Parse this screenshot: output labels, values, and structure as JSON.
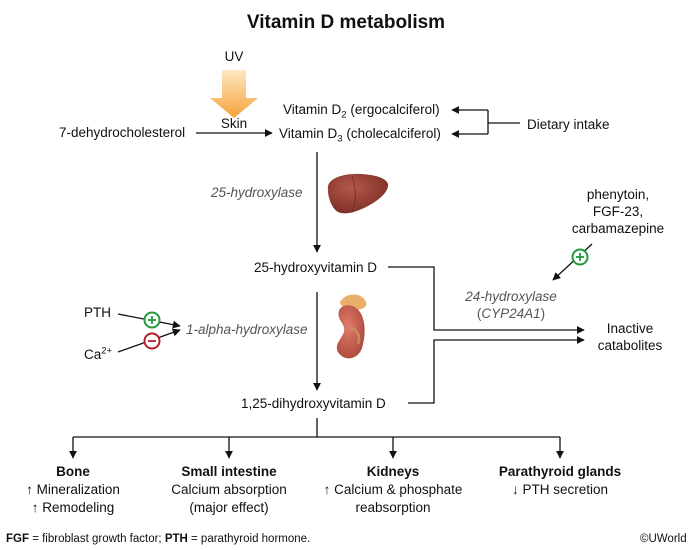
{
  "title": "Vitamin D metabolism",
  "source": {
    "uv": "UV",
    "skin": "Skin",
    "precursor": "7-dehydrocholesterol",
    "dietary": "Dietary intake"
  },
  "vitamins": {
    "d2_prefix": "Vitamin D",
    "d2_sub": "2",
    "d2_suffix": " (ergocalciferol)",
    "d3_prefix": "Vitamin D",
    "d3_sub": "3",
    "d3_suffix": " (cholecalciferol)"
  },
  "enzymes": {
    "hydroxylase25": "25-hydroxylase",
    "alpha1": "1-alpha-hydroxylase",
    "hydroxylase24": "24-hydroxylase",
    "hydroxylase24_gene_open": "(",
    "hydroxylase24_gene": "CYP24A1",
    "hydroxylase24_gene_close": ")"
  },
  "metabolites": {
    "calcidiol": "25-hydroxyvitamin D",
    "calcitriol": "1,25-dihydroxyvitamin D",
    "inactive_line1": "Inactive",
    "inactive_line2": "catabolites"
  },
  "inducers": [
    "phenytoin,",
    "FGF-23,",
    "carbamazepine"
  ],
  "regulators": {
    "pth": "PTH",
    "ca_base": "Ca",
    "ca_charge": "2+",
    "plus": "+",
    "minus": "−"
  },
  "effects": [
    {
      "heading": "Bone",
      "lines": [
        "↑ Mineralization",
        "↑ Remodeling"
      ]
    },
    {
      "heading": "Small intestine",
      "lines": [
        "Calcium absorption",
        "(major effect)"
      ]
    },
    {
      "heading": "Kidneys",
      "lines": [
        "↑ Calcium & phosphate",
        "reabsorption"
      ]
    },
    {
      "heading": "Parathyroid glands",
      "lines": [
        "↓ PTH secretion"
      ]
    }
  ],
  "footnote": {
    "fgf_abbr": "FGF",
    "fgf_def": " = fibroblast growth factor; ",
    "pth_abbr": "PTH",
    "pth_def": " = parathyroid hormone."
  },
  "copyright": "©UWorld",
  "colors": {
    "uv_arrow_top": "#fde7c2",
    "uv_arrow_bottom": "#f6a23a",
    "liver": "#8b3a2f",
    "kidney": "#c25a4a",
    "adrenal": "#e8b06a",
    "plus_badge": "#1e9b3a",
    "minus_badge": "#b1202a"
  },
  "icons": [
    "uv-arrow",
    "liver-icon",
    "kidney-icon",
    "plus-badge-icon",
    "minus-badge-icon"
  ]
}
